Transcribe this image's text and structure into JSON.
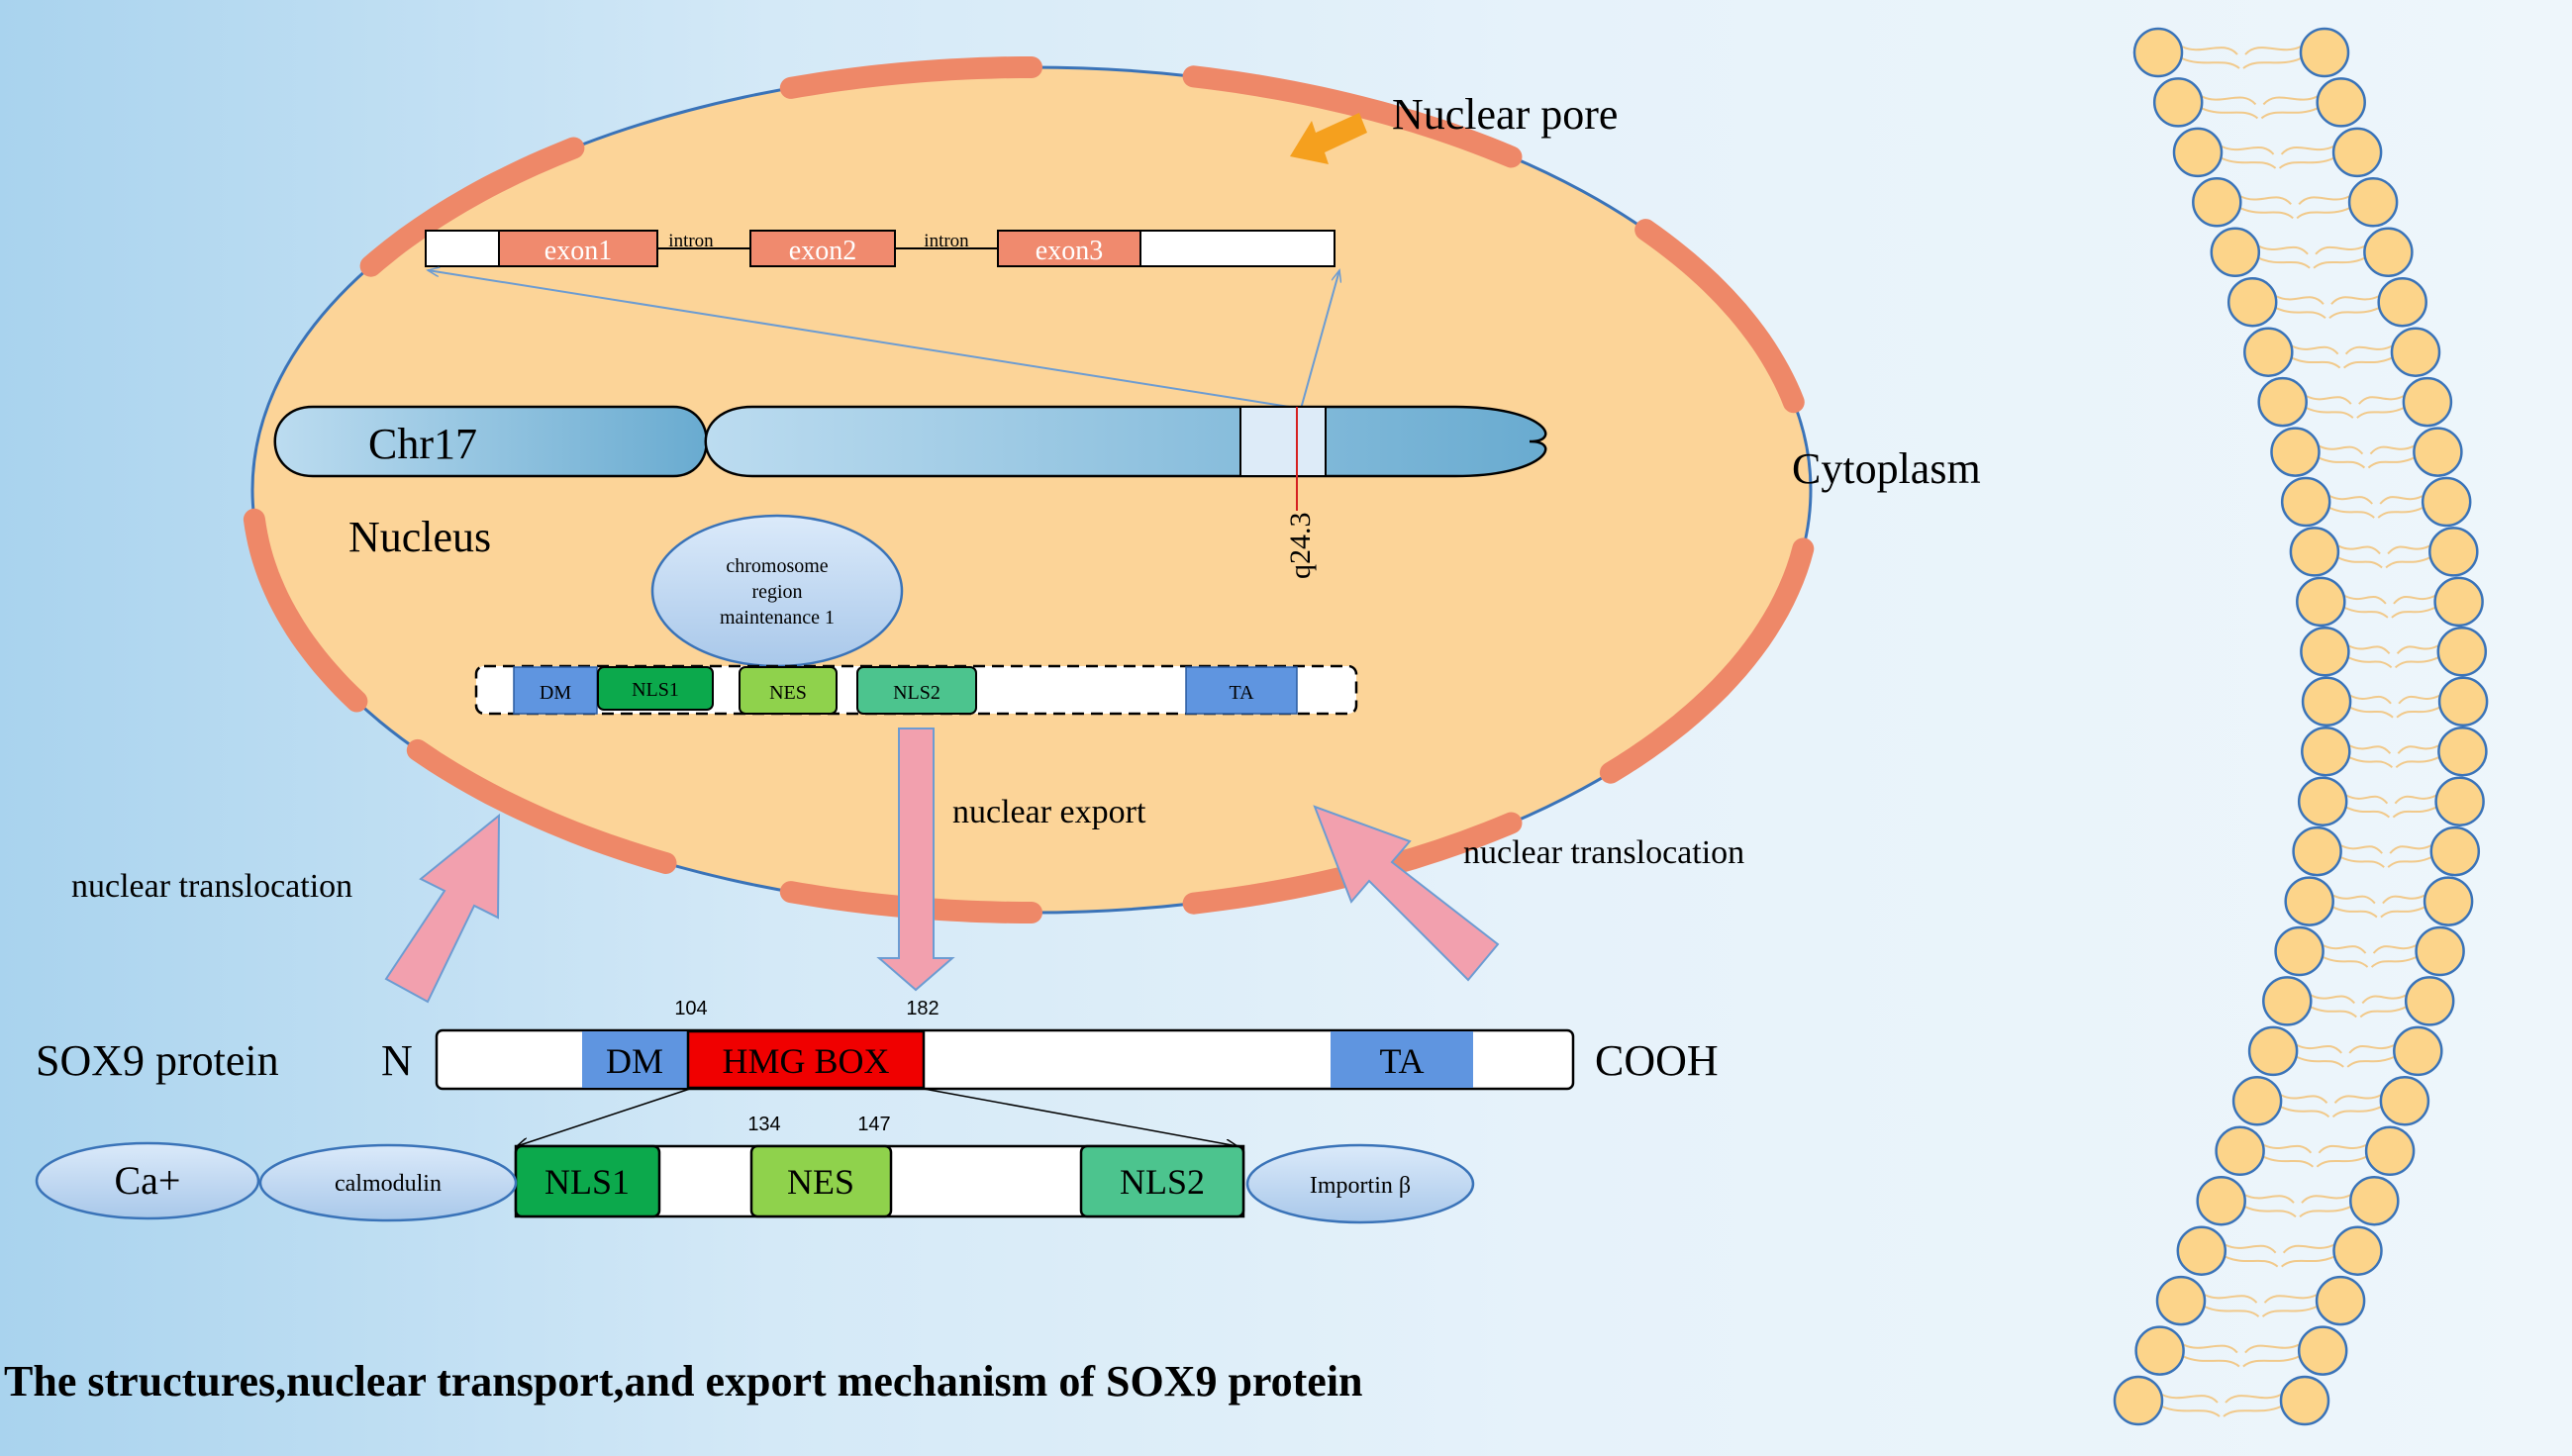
{
  "title": "The structures,nuclear transport,and export mechanism of SOX9 protein",
  "labels": {
    "nuclear_pore": "Nuclear pore",
    "cytoplasm": "Cytoplasm",
    "nucleus": "Nucleus",
    "chromosome": "Chr17",
    "band": "q24.3",
    "nuclear_export": "nuclear export",
    "nuclear_translocation_left": "nuclear translocation",
    "nuclear_translocation_right": "nuclear translocation",
    "protein_name": "SOX9 protein",
    "n_terminus": "N",
    "c_terminus": "COOH"
  },
  "gene": {
    "exons": [
      "exon1",
      "exon2",
      "exon3"
    ],
    "introns": [
      "intron",
      "intron"
    ]
  },
  "crm1": [
    "chromosome",
    "region",
    "maintenance 1"
  ],
  "nuclear_domains": [
    "DM",
    "NLS1",
    "NES",
    "NLS2",
    "TA"
  ],
  "protein_domains": [
    "DM",
    "HMG BOX",
    "TA"
  ],
  "positions": {
    "hmg_start": "104",
    "hmg_end": "182",
    "nes_start": "134",
    "nes_end": "147"
  },
  "hmg_detail": [
    "NLS1",
    "NES",
    "NLS2"
  ],
  "binders": {
    "ca": "Ca+",
    "calmodulin": "calmodulin",
    "importin": "Importin β"
  },
  "colors": {
    "nucleus_fill": "#fcd498",
    "pore": "#ee8868",
    "exon": "#f08a6e",
    "dm": "#5f95e0",
    "ta": "#5f95e0",
    "hmg": "#f00000",
    "nls1": "#0ca94c",
    "nes": "#8fd24c",
    "nls2": "#4cc48e",
    "arrow_pink": "#f2a0ae",
    "orange_arrow": "#f5a01e",
    "lipid_head": "#fcd48a"
  }
}
